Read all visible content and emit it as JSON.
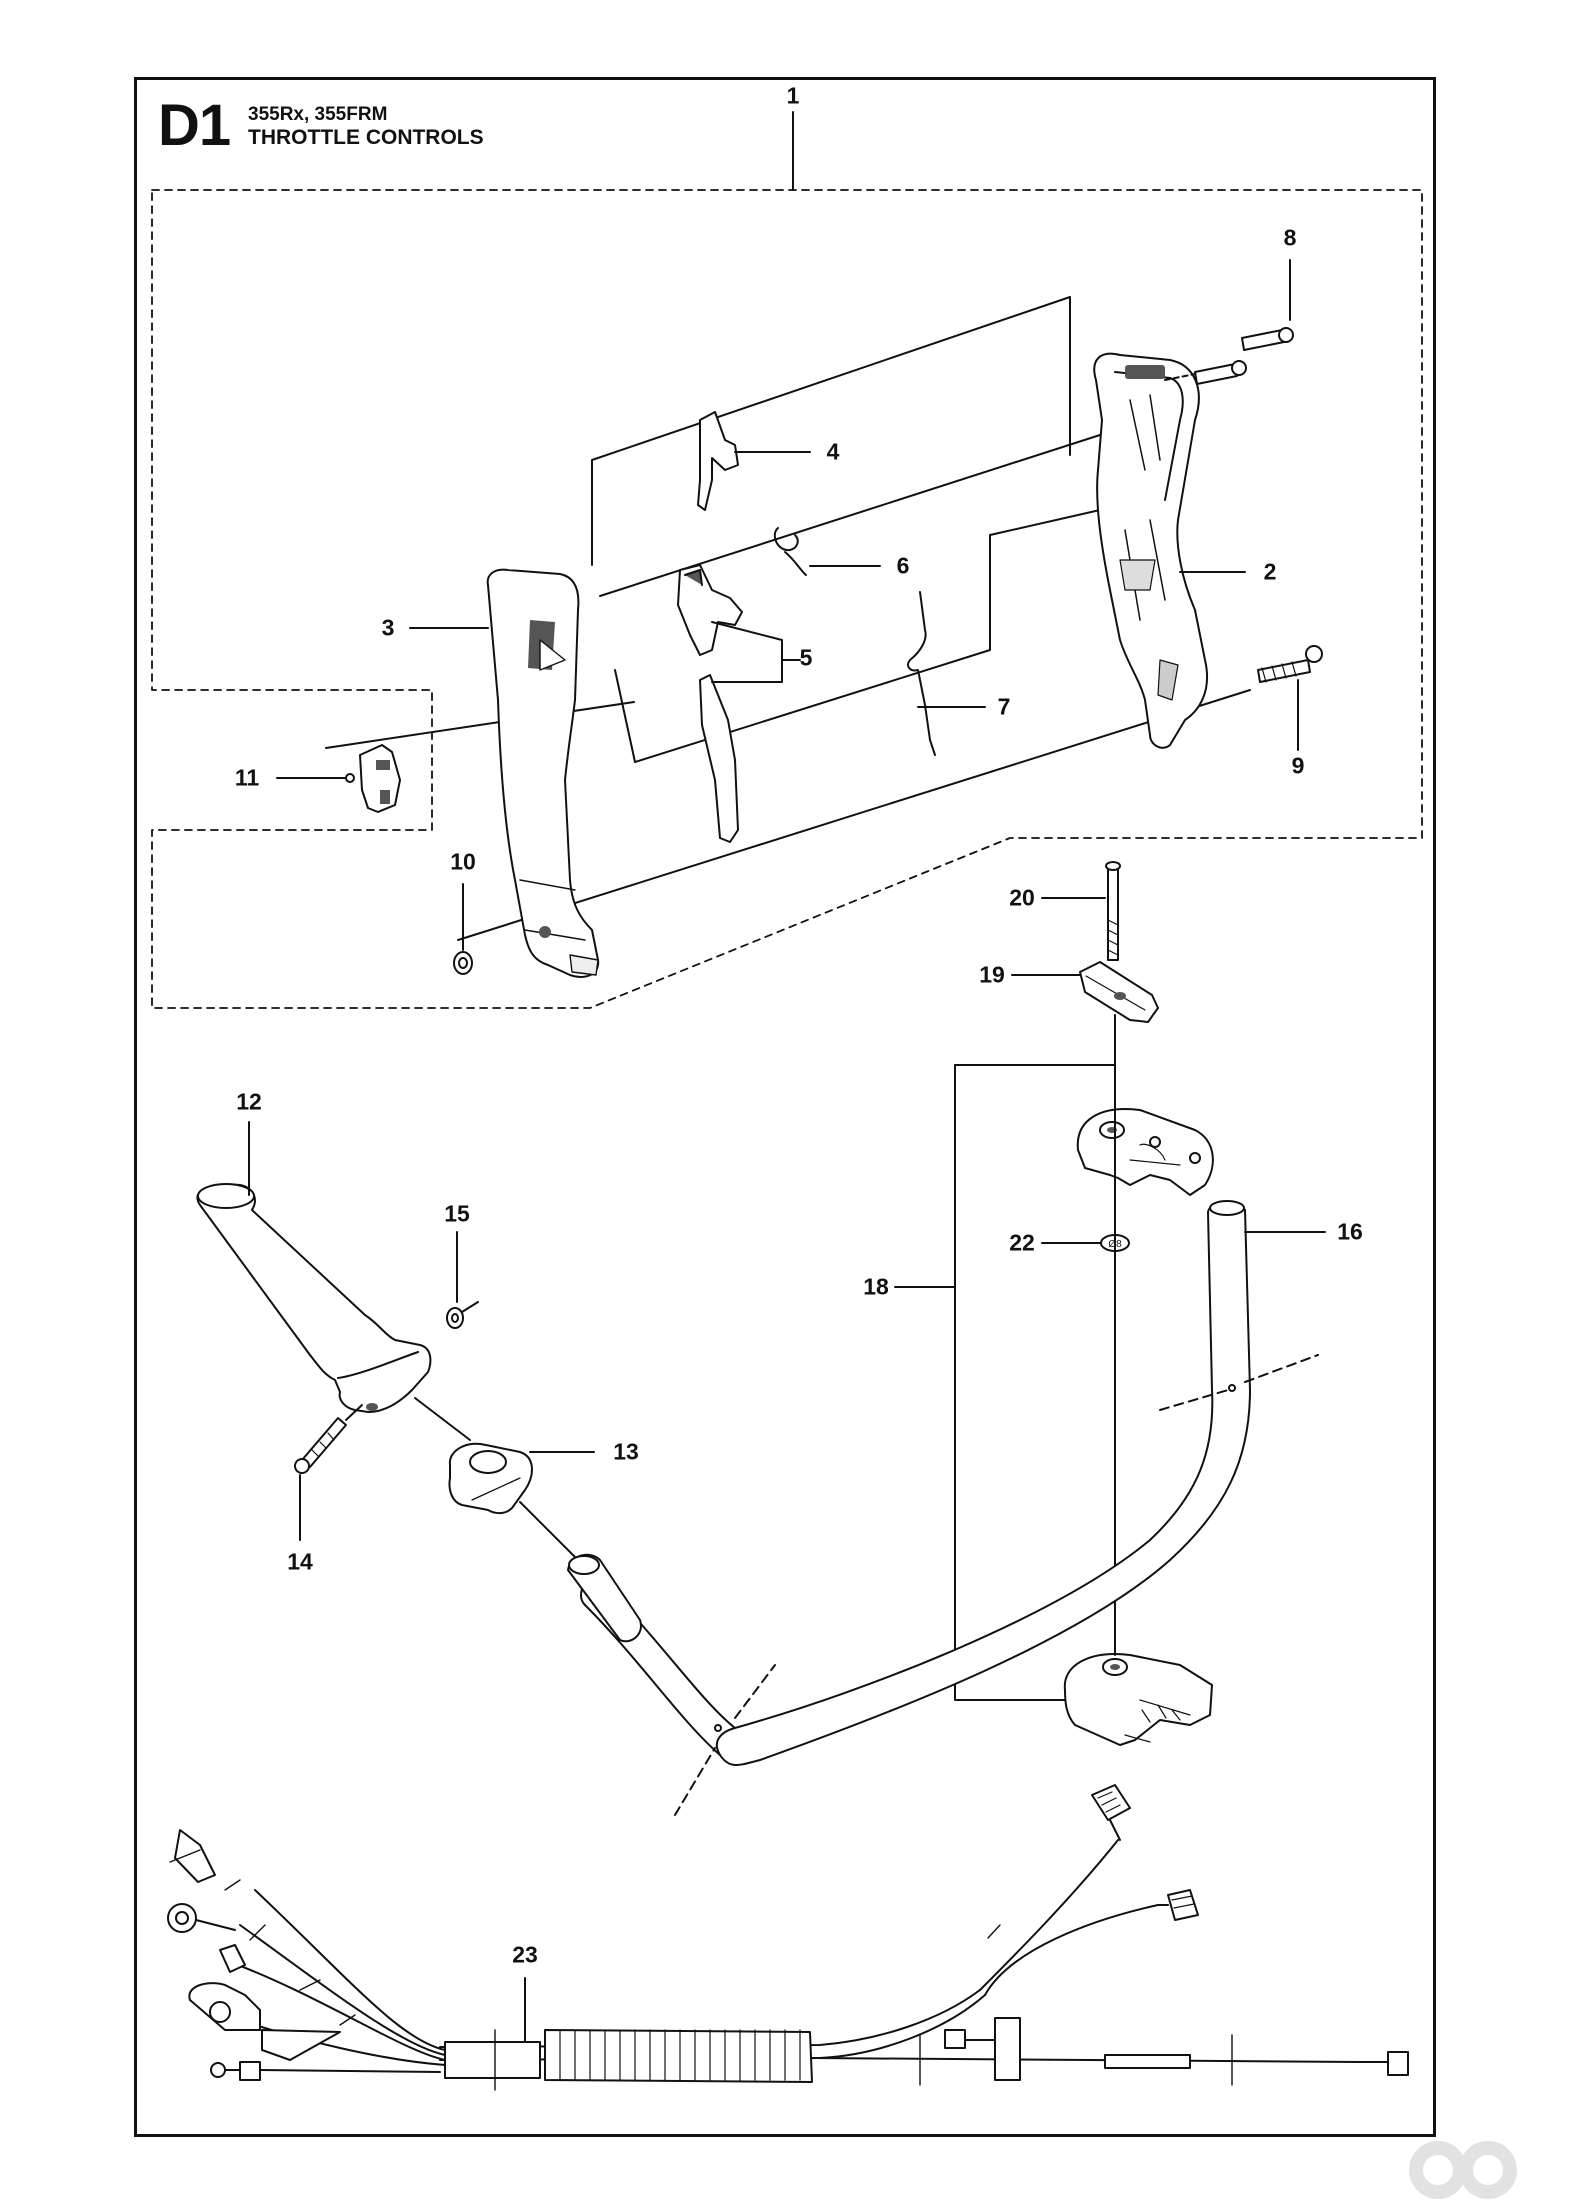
{
  "header": {
    "section_code": "D1",
    "models": "355Rx, 355FRM",
    "title": "THROTTLE CONTROLS"
  },
  "callouts": [
    "1",
    "2",
    "3",
    "4",
    "5",
    "6",
    "7",
    "8",
    "9",
    "10",
    "11",
    "12",
    "13",
    "14",
    "15",
    "16",
    "18",
    "19",
    "20",
    "22",
    "23"
  ],
  "small_marks": {
    "washer_22": "Ø8",
    "logo_name": "watermark-logo"
  },
  "colors": {
    "line": "#111111",
    "part_fill": "#ffffff",
    "shade": "#555555"
  }
}
